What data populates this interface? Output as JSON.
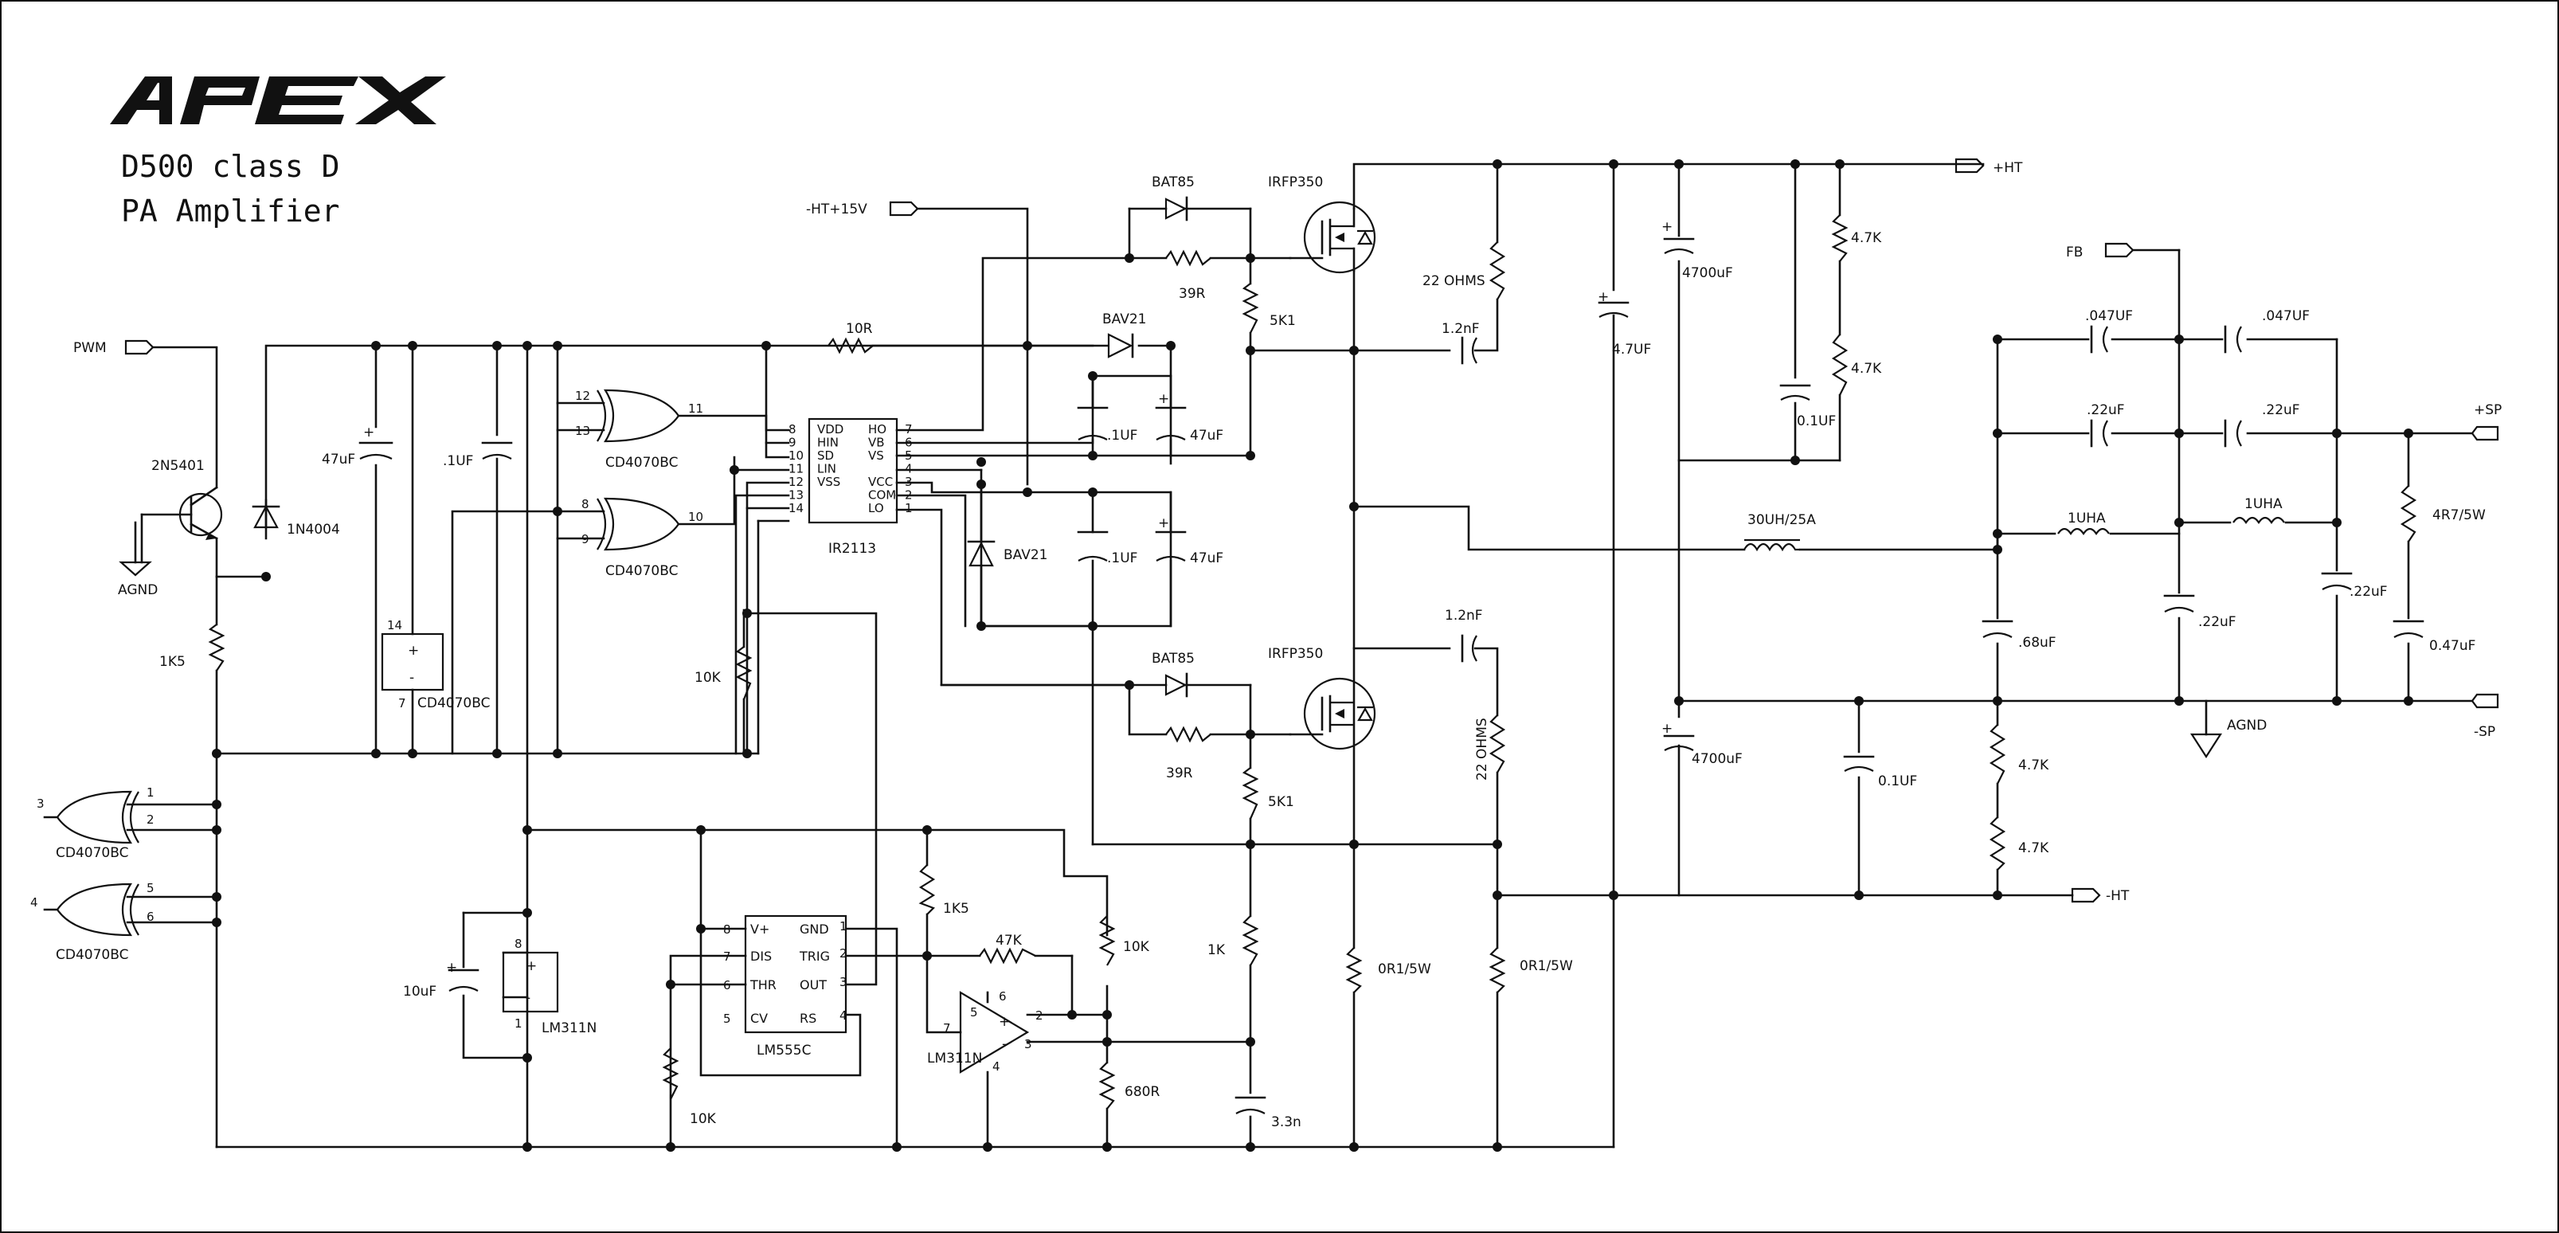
{
  "logo": {
    "text": "APEX"
  },
  "title": {
    "line1": "D500 class D",
    "line2": "PA Amplifier"
  },
  "ports": {
    "pwm": "PWM",
    "ht15": "-HT+15V",
    "plus_ht": "+HT",
    "minus_ht": "-HT",
    "fb": "FB",
    "plus_sp": "+SP",
    "minus_sp": "-SP",
    "agnd": "AGND"
  },
  "components": {
    "q1": "2N5401",
    "d1": "1N4004",
    "c47u": "47uF",
    "c1u_left": ".1UF",
    "r1k5": "1K5",
    "ic_supply_name": "CD4070BC",
    "gate_u1": "CD4070BC",
    "gate_u2": "CD4070BC",
    "gate_u3": "CD4070BC",
    "gate_u4": "CD4070BC",
    "r10r": "10R",
    "driver": "IR2113",
    "r10k_a": "10K",
    "bat_hi": "BAT85",
    "r39_hi": "39R",
    "r5k1_hi": "5K1",
    "mos_hi": "IRFP350",
    "bav_hi": "BAV21",
    "c1u_hi": ".1UF",
    "c47u_hi": "47uF",
    "bav_lo": "BAV21",
    "c1u_lo": ".1UF",
    "c47u_lo": "47uF",
    "bat_lo": "BAT85",
    "r39_lo": "39R",
    "r5k1_lo": "5K1",
    "mos_lo": "IRFP350",
    "r22_hi": "22 OHMS",
    "c12n_hi": "1.2nF",
    "c12n_lo": "1.2nF",
    "r22_lo": "22 OHMS",
    "c47uf_bulk": "4.7UF",
    "c4700_hi": "4700uF",
    "c4700_lo": "4700uF",
    "c01_hi": "0.1UF",
    "c01_lo": "0.1UF",
    "r47k_1": "4.7K",
    "r47k_2": "4.7K",
    "r47k_3": "4.7K",
    "r47k_4": "4.7K",
    "inductor": "30UH/25A",
    "c047_a": ".047UF",
    "c047_b": ".047UF",
    "c22_a": ".22uF",
    "c22_b": ".22uF",
    "l1uha_a": "1UHA",
    "l1uha_b": "1UHA",
    "c68": ".68uF",
    "c22_c": ".22uF",
    "c22_d": ".22uF",
    "r4r7": "4R7/5W",
    "c047u": "0.47uF",
    "c10u": "10uF",
    "cmp1": "LM311N",
    "timer": "LM555C",
    "r10k_b": "10K",
    "r1k5_b": "1K5",
    "r47k_t": "47K",
    "r10k_c": "10K",
    "cmp2": "LM311N",
    "r680": "680R",
    "r1k": "1K",
    "c33n": "3.3n",
    "r0r1_a": "0R1/5W",
    "r0r1_b": "0R1/5W"
  },
  "ir2113_pins": {
    "left": [
      [
        "8",
        "VDD"
      ],
      [
        "9",
        "HIN"
      ],
      [
        "10",
        "SD"
      ],
      [
        "11",
        "LIN"
      ],
      [
        "12",
        "VSS"
      ],
      [
        "13",
        ""
      ],
      [
        "14",
        ""
      ]
    ],
    "right": [
      [
        "7",
        "HO"
      ],
      [
        "6",
        "VB"
      ],
      [
        "5",
        "VS"
      ],
      [
        "4",
        ""
      ],
      [
        "3",
        "VCC"
      ],
      [
        "2",
        "COM"
      ],
      [
        "1",
        "LO"
      ]
    ]
  },
  "lm555_pins": {
    "left": [
      [
        "8",
        "V+"
      ],
      [
        "7",
        "DIS"
      ],
      [
        "6",
        "THR"
      ],
      [
        "5",
        "CV"
      ]
    ],
    "right": [
      [
        "1",
        "GND"
      ],
      [
        "2",
        "TRIG"
      ],
      [
        "3",
        "OUT"
      ],
      [
        "4",
        "RS"
      ]
    ]
  }
}
